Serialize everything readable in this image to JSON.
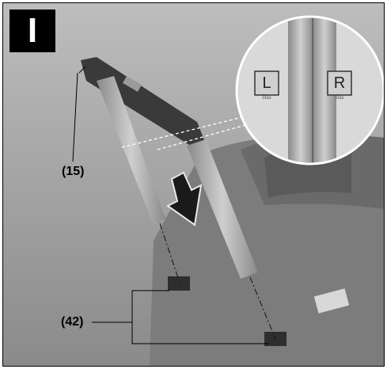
{
  "figure": {
    "step_label": "I",
    "callouts": {
      "handle": "(15)",
      "sockets": "(42)"
    },
    "inset": {
      "left_tag": "L",
      "right_tag": "R",
      "left_subtext": "5fas",
      "right_subtext": "5fas"
    },
    "arrow_color": "#1a1a1a",
    "body_color": "#7c7c7c"
  }
}
